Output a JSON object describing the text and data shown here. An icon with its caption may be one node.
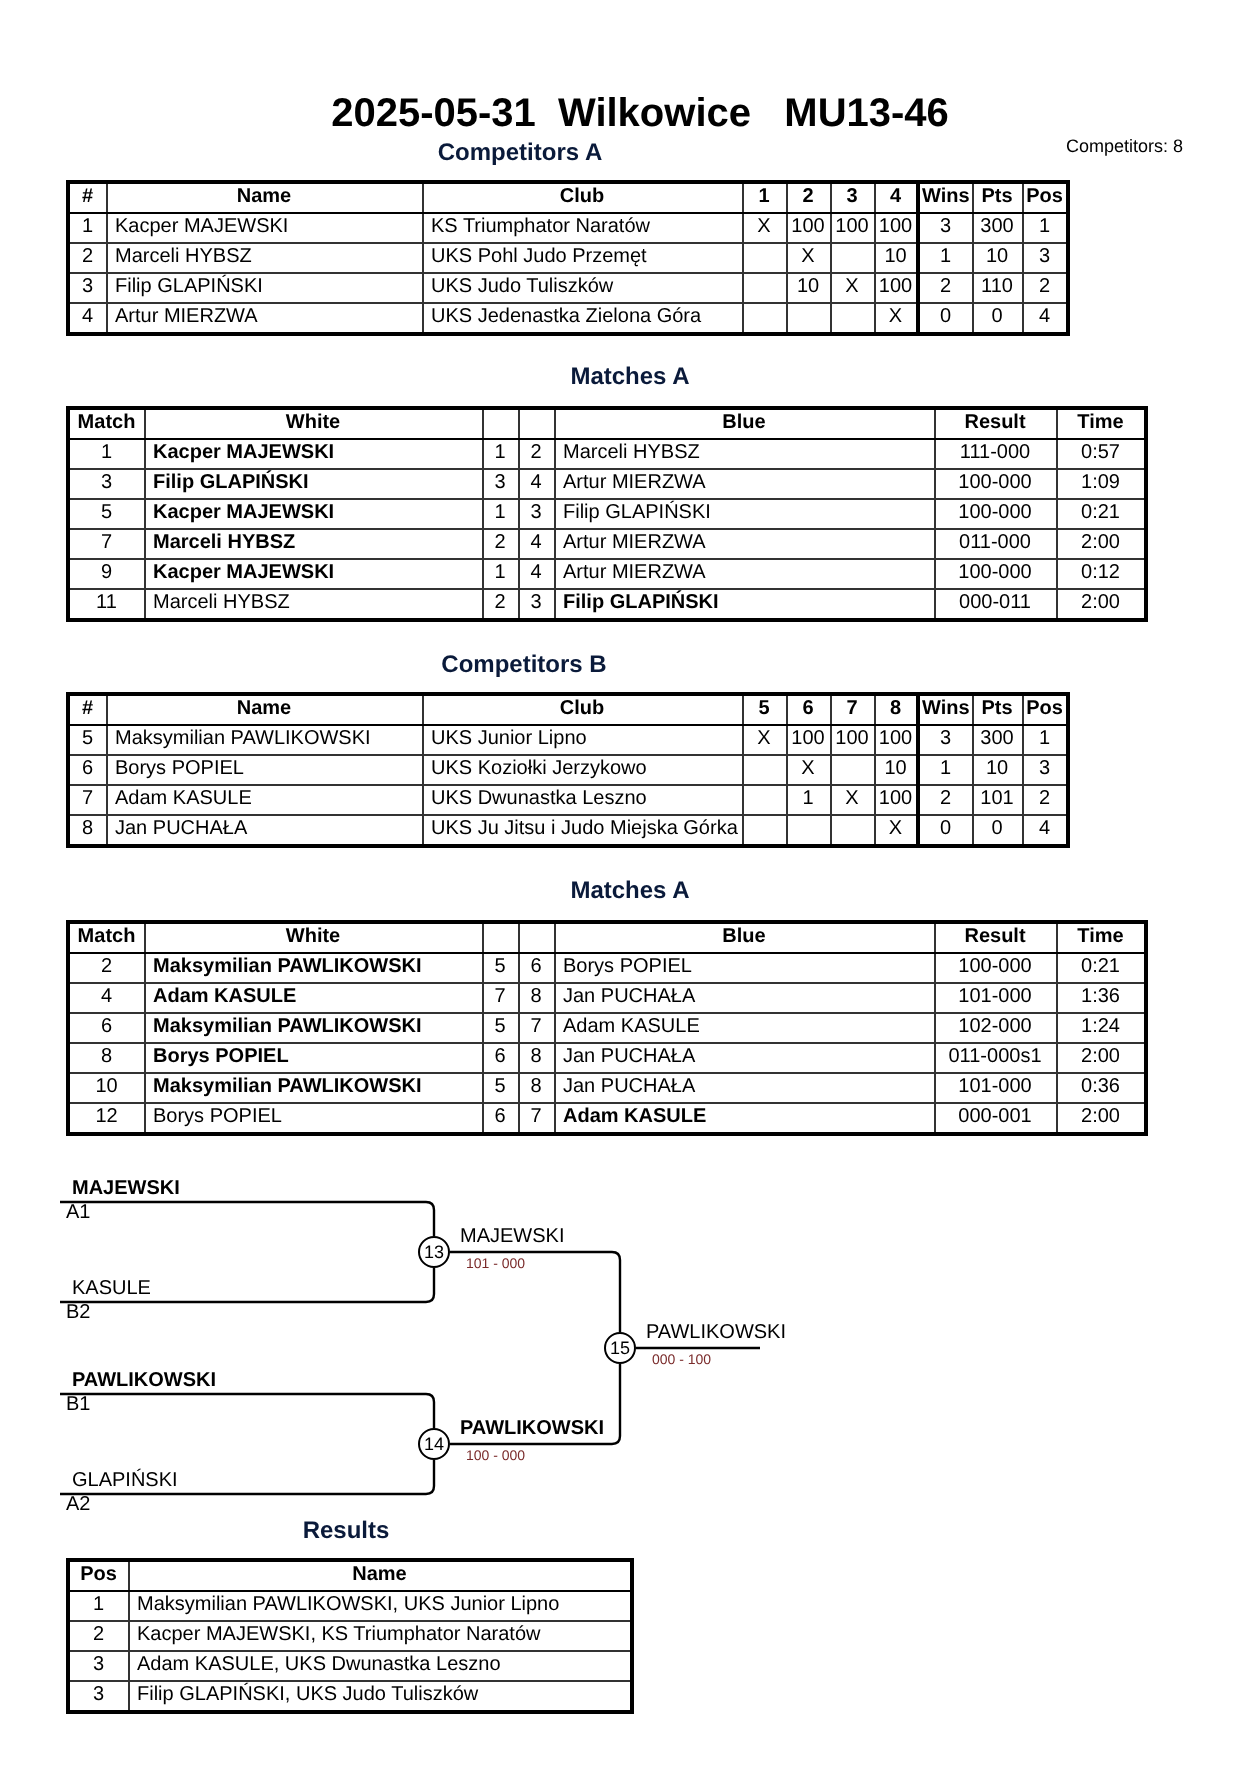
{
  "diagram": {
    "title": "2025-05-31  Wilkowice   MU13-46",
    "nodes": [
      {
        "text": [
          "MAJEWSKI"
        ],
        "beside": [
          "A1"
        ]
      },
      {
        "text": [
          "13"
        ],
        "beside": [
          "MAJEWSKI",
          "101 - 000"
        ]
      },
      {
        "text": [
          "KASULE"
        ],
        "beside": [
          "B2"
        ]
      },
      {
        "text": [
          "15"
        ],
        "beside": [
          "PAWLIKOWSKI",
          "000 - 100"
        ]
      },
      {
        "text": [
          "PAWLIKOWSKI"
        ],
        "beside": [
          "B1"
        ]
      },
      {
        "text": [
          "14"
        ],
        "beside": [
          "PAWLIKOWSKI",
          "100 - 000"
        ]
      },
      {
        "text": [
          "GLAPIŃSKI"
        ],
        "beside": [
          "A2"
        ]
      }
    ],
    "edges": [
      {
        "from": 0,
        "to": 1,
        "arrow": "none"
      },
      {
        "from": 2,
        "to": 1,
        "arrow": "none"
      },
      {
        "from": 4,
        "to": 5,
        "arrow": "none"
      },
      {
        "from": 6,
        "to": 5,
        "arrow": "none"
      },
      {
        "from": 1,
        "to": 3,
        "arrow": "none"
      },
      {
        "from": 5,
        "to": 3,
        "arrow": "none"
      },
      {
        "from": 3,
        "to": null,
        "arrow": "none"
      }
    ],
    "labels": [
      "Competitors A",
      "Competitors: 8",
      "#",
      "Name",
      "Club",
      "1",
      "2",
      "3",
      "4",
      "Wins",
      "Pts",
      "Pos",
      "1",
      "Kacper MAJEWSKI",
      "KS Triumphator Naratów",
      "X",
      "100",
      "100",
      "100",
      "3",
      "300",
      "1",
      "2",
      "Marceli HYBSZ",
      "UKS Pohl Judo Przemęt",
      "X",
      "10",
      "1",
      "10",
      "3",
      "3",
      "Filip GLAPIŃSKI",
      "UKS Judo Tuliszków",
      "10",
      "X",
      "100",
      "2",
      "110",
      "2",
      "4",
      "Artur MIERZWA",
      "UKS Jedenastka Zielona Góra",
      "X",
      "0",
      "0",
      "4",
      "Matches A",
      "Match",
      "White",
      "Blue",
      "Result",
      "Time",
      "1",
      "Kacper MAJEWSKI",
      "1",
      "2",
      "Marceli HYBSZ",
      "111-000",
      "0:57",
      "3",
      "Filip GLAPIŃSKI",
      "3",
      "4",
      "Artur MIERZWA",
      "100-000",
      "1:09",
      "5",
      "Kacper MAJEWSKI",
      "1",
      "3",
      "Filip GLAPIŃSKI",
      "100-000",
      "0:21",
      "7",
      "Marceli HYBSZ",
      "2",
      "4",
      "Artur MIERZWA",
      "011-000",
      "2:00",
      "9",
      "Kacper MAJEWSKI",
      "1",
      "4",
      "Artur MIERZWA",
      "100-000",
      "0:12",
      "11",
      "Marceli HYBSZ",
      "2",
      "3",
      "Filip GLAPIŃSKI",
      "000-011",
      "2:00",
      "Competitors B",
      "#",
      "Name",
      "Club",
      "5",
      "6",
      "7",
      "8",
      "Wins",
      "Pts",
      "Pos",
      "5",
      "Maksymilian PAWLIKOWSKI",
      "UKS Junior Lipno",
      "X",
      "100",
      "100",
      "100",
      "3",
      "300",
      "1",
      "6",
      "Borys POPIEL",
      "UKS Koziołki Jerzykowo",
      "X",
      "10",
      "1",
      "10",
      "3",
      "7",
      "Adam KASULE",
      "UKS Dwunastka Leszno",
      "1",
      "X",
      "100",
      "2",
      "101",
      "2",
      "8",
      "Jan PUCHAŁA",
      "UKS Ju Jitsu i Judo Miejska Górka",
      "X",
      "0",
      "0",
      "4",
      "Matches A",
      "Match",
      "White",
      "Blue",
      "Result",
      "Time",
      "2",
      "Maksymilian PAWLIKOWSKI",
      "5",
      "6",
      "Borys POPIEL",
      "100-000",
      "0:21",
      "4",
      "Adam KASULE",
      "7",
      "8",
      "Jan PUCHAŁA",
      "101-000",
      "1:36",
      "6",
      "Maksymilian PAWLIKOWSKI",
      "5",
      "7",
      "Adam KASULE",
      "102-000",
      "1:24",
      "8",
      "Borys POPIEL",
      "6",
      "8",
      "Jan PUCHAŁA",
      "011-000s1",
      "2:00",
      "10",
      "Maksymilian PAWLIKOWSKI",
      "5",
      "8",
      "Jan PUCHAŁA",
      "101-000",
      "0:36",
      "12",
      "Borys POPIEL",
      "6",
      "7",
      "Adam KASULE",
      "000-001",
      "2:00",
      "Results",
      "Pos",
      "Name",
      "1",
      "Maksymilian PAWLIKOWSKI, UKS Junior Lipno",
      "2",
      "Kacper MAJEWSKI, KS Triumphator Naratów",
      "3",
      "Adam KASULE, UKS Dwunastka Leszno",
      "3",
      "Filip GLAPIŃSKI, UKS Judo Tuliszków"
    ]
  }
}
